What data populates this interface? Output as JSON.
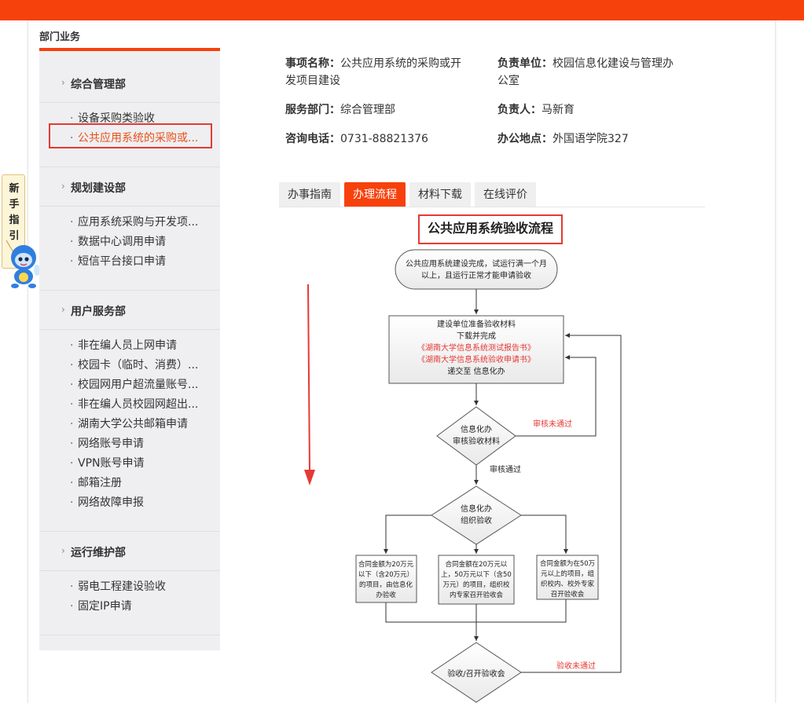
{
  "sidebar": {
    "title": "部门业务",
    "departments": [
      {
        "name": "综合管理部",
        "items": [
          "设备采购类验收",
          "公共应用系统的采购或..."
        ]
      },
      {
        "name": "规划建设部",
        "items": [
          "应用系统采购与开发项...",
          "数据中心调用申请",
          "短信平台接口申请"
        ]
      },
      {
        "name": "用户服务部",
        "items": [
          "非在编人员上网申请",
          "校园卡（临时、消费）...",
          "校园网用户超流量账号...",
          "非在编人员校园网超出...",
          "湖南大学公共邮箱申请",
          "网络账号申请",
          "VPN账号申请",
          "邮箱注册",
          "网络故障申报"
        ]
      },
      {
        "name": "运行维护部",
        "items": [
          "弱电工程建设验收",
          "固定IP申请"
        ]
      }
    ],
    "active_item": "公共应用系统的采购或..."
  },
  "guide": {
    "text": [
      "新",
      "手",
      "指",
      "引"
    ]
  },
  "info": {
    "item_name_label": "事项名称：",
    "item_name_line1": "公共应用系统的采购或开",
    "item_name_line2": "发项目建设",
    "unit_label": "负责单位：",
    "unit_line1": "校园信息化建设与管理办",
    "unit_line2": "公室",
    "dept_label": "服务部门：",
    "dept_value": "综合管理部",
    "person_label": "负责人：",
    "person_value": "马新育",
    "phone_label": "咨询电话：",
    "phone_value": "0731-88821376",
    "office_label": "办公地点：",
    "office_value": "外国语学院327"
  },
  "tabs": [
    "办事指南",
    "办理流程",
    "材料下载",
    "在线评价"
  ],
  "active_tab": "办理流程",
  "flow": {
    "title": "公共应用系统验收流程",
    "start_line1": "公共应用系统建设完成，试运行满一个月",
    "start_line2": "以上，且运行正常才能申请验收",
    "step1_line1": "建设单位准备验收材料",
    "step1_line2": "下载并完成",
    "step1_doc1": "《湖南大学信息系统测试报告书》",
    "step1_doc2": "《湖南大学信息系统验收申请书》",
    "step1_line3": "递交至 信息化办",
    "review_line1": "信息化办",
    "review_line2": "审核验收材料",
    "review_fail": "审核未通过",
    "review_pass": "审核通过",
    "organize_line1": "信息化办",
    "organize_line2": "组织验收",
    "case_a": [
      "合同金额为20万元",
      "以下（含20万元）",
      "的项目，由信息化",
      "办验收"
    ],
    "case_b": [
      "合同金额在20万元以",
      "上，50万元以下（含50",
      "万元）的项目，组织校",
      "内专家召开验收会"
    ],
    "case_c": [
      "合同金额为在50万",
      "元以上的项目，组",
      "织校内、校外专家",
      "召开验收会"
    ],
    "accept": "验收/召开验收会",
    "accept_fail": "验收未通过"
  },
  "colors": {
    "brand": "#f7410d",
    "highlight": "#e53935",
    "doc_red": "#e53935"
  }
}
